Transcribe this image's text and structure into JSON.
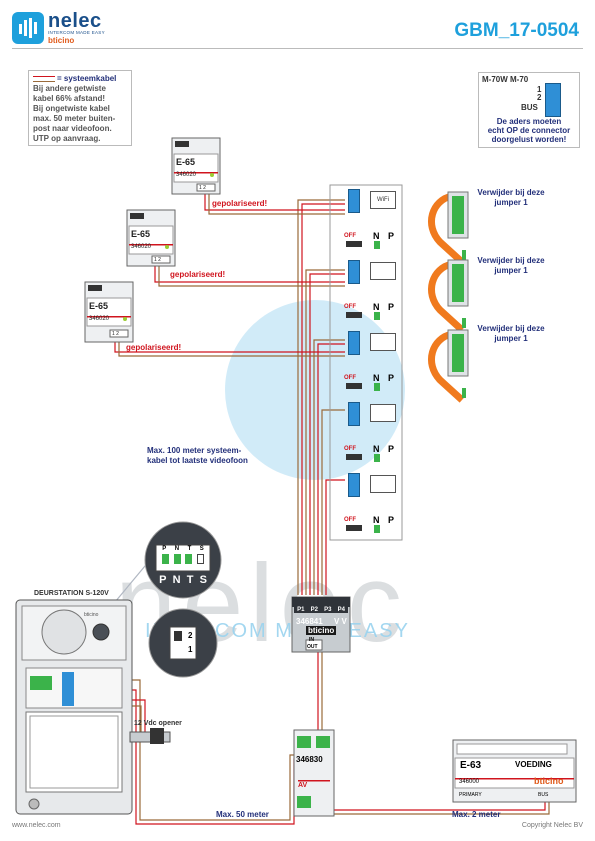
{
  "header": {
    "brand": "nelec",
    "brand_tagline": "INTERCOM MADE EASY",
    "brand_sub": "bticino",
    "doc_code": "GBM_17-0504"
  },
  "legend": {
    "cable_label": "= systeemkabel",
    "lines": [
      "Bij andere getwiste",
      "kabel 66% afstand!",
      "Bij ongetwiste kabel",
      "max. 50 meter buiten-",
      "post naar videofoon.",
      "UTP op aanvraag."
    ]
  },
  "connector_note": {
    "title": "M-70W M-70",
    "terminal_1": "1",
    "terminal_2": "2",
    "bus_label": "BUS",
    "lines": [
      "De aders moeten",
      "echt OP de connector",
      "doorgelust worden!"
    ]
  },
  "power_supplies": [
    {
      "model": "E-65",
      "code": "346020",
      "terminals": "1 2",
      "warning": "gepolariseerd!"
    },
    {
      "model": "E-65",
      "code": "346020",
      "terminals": "1 2",
      "warning": "gepolariseerd!"
    },
    {
      "model": "E-65",
      "code": "346020",
      "terminals": "1 2",
      "warning": "gepolariseerd!"
    }
  ],
  "monitors": {
    "first_screen_label": "WiFi",
    "terminals": [
      "1",
      "2"
    ],
    "switch_label": "OFF",
    "jumper_labels": [
      "N",
      "P"
    ],
    "count": 5
  },
  "jumper_notes": [
    "Verwijder bij deze jumper 1",
    "Verwijder bij deze jumper 1",
    "Verwijder bij deze jumper 1"
  ],
  "distance_notes": {
    "system_cable": "Max. 100 meter systeem-\nkabel tot laatste videofoon",
    "to_outdoor": "Max. 50 meter",
    "to_supply": "Max. 2 meter"
  },
  "dip_switch": {
    "top_labels": [
      "P",
      "N",
      "T",
      "S"
    ],
    "bottom_labels": [
      "P",
      "N",
      "T",
      "S"
    ],
    "switch_labels": [
      "2",
      "1"
    ]
  },
  "door_station": {
    "title": "DEURSTATION S-120V",
    "brand": "bticino"
  },
  "opener": {
    "label": "12 Vdc opener"
  },
  "distributor": {
    "ports": [
      "P1",
      "P2",
      "P3",
      "P4"
    ],
    "vv": "V V",
    "code": "346841",
    "brand": "bticino",
    "in_label": "IN",
    "out_label": "OUT"
  },
  "interface": {
    "code": "346830",
    "av": "AV"
  },
  "main_supply": {
    "model": "E-63",
    "title": "VOEDING",
    "code": "346000",
    "brand": "bticino",
    "primary": "PRIMARY",
    "bus": "BUS"
  },
  "watermark": {
    "word": "nelec",
    "tagline": "INTERCOM MADE EASY"
  },
  "footer": {
    "left": "www.nelec.com",
    "right": "Copyright Nelec BV"
  },
  "colors": {
    "brand_blue": "#1a4f8a",
    "accent_cyan": "#1ea0dc",
    "warning_red": "#d0141e",
    "note_navy": "#23307a",
    "jumper_orange": "#f07a1e",
    "terminal_blue": "#2f8fd6",
    "terminal_green": "#3bb34a"
  }
}
